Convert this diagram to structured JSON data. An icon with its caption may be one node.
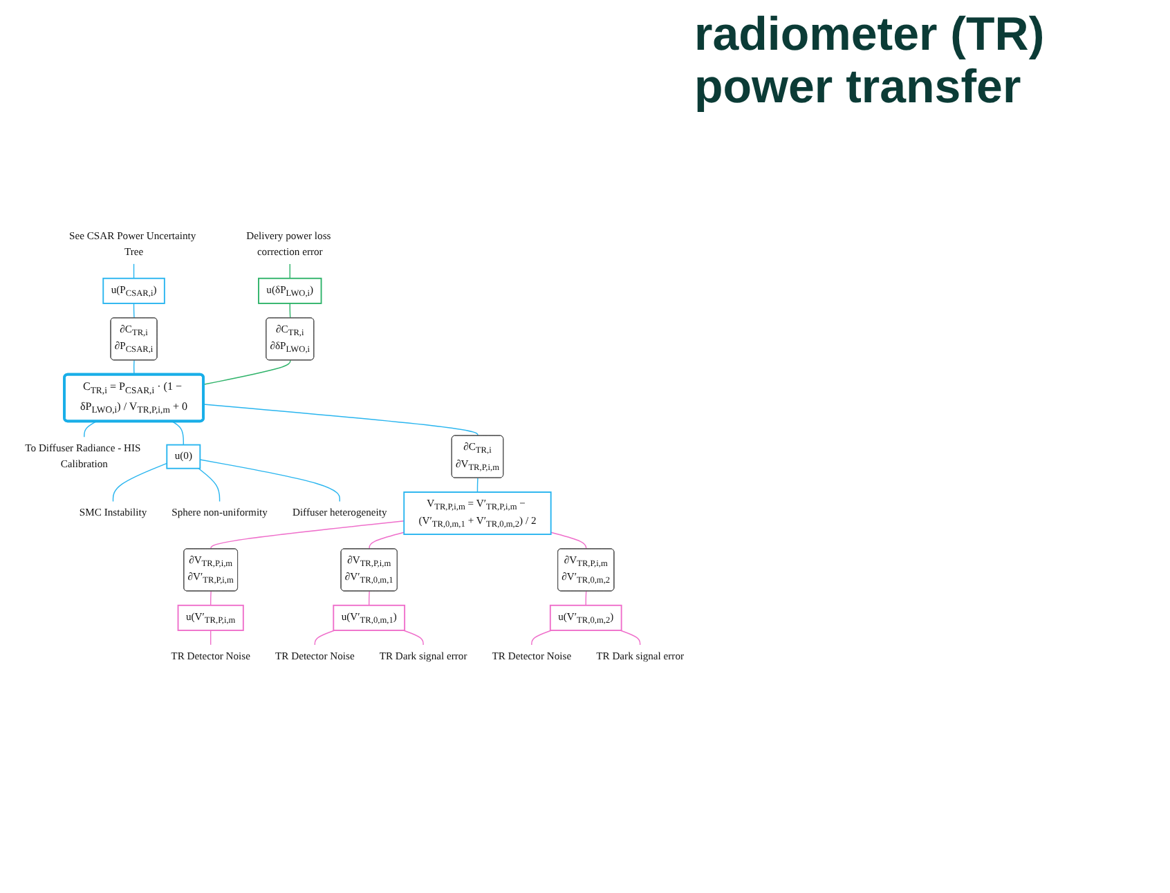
{
  "diagram": {
    "title": "radiometer (TR) power transfer",
    "nodes": [
      {
        "text": [
          "See CSAR Power Uncertainty Tree"
        ]
      },
      {
        "text": [
          "u(P$_{CSAR,i}$)"
        ]
      },
      {
        "text": [
          "∂C$_{TR,i}$",
          "∂P$_{CSAR,i}$"
        ]
      },
      {
        "text": [
          "Delivery power loss correction error"
        ]
      },
      {
        "text": [
          "u(δP$_{LWO,i}$)"
        ]
      },
      {
        "text": [
          "∂C$_{TR,i}$",
          "∂δP$_{LWO,i}$"
        ]
      },
      {
        "text": [
          "C$_{TR,i}$ = P$_{CSAR,i}$ · (1 − δP$_{LWO,i}$) / V$_{TR,P,i,m}$ + 0"
        ]
      },
      {
        "text": [
          "To Diffuser Radiance - HIS Calibration"
        ]
      },
      {
        "text": [
          "u(0)"
        ]
      },
      {
        "text": [
          "SMC Instability"
        ]
      },
      {
        "text": [
          "Sphere non-uniformity"
        ]
      },
      {
        "text": [
          "Diffuser heterogeneity"
        ]
      },
      {
        "text": [
          "∂C$_{TR,i}$",
          "∂V$_{TR,P,i,m}$"
        ]
      },
      {
        "text": [
          "V$_{TR,P,i,m}$ = V′$_{TR,P,i,m}$ − (V′$_{TR,0,m,1}$ + V′$_{TR,0,m,2}$) / 2"
        ]
      },
      {
        "text": [
          "∂V$_{TR,P,i,m}$",
          "∂V′$_{TR,P,i,m}$"
        ]
      },
      {
        "text": [
          "∂V$_{TR,P,i,m}$",
          "∂V′$_{TR,0,m,1}$"
        ]
      },
      {
        "text": [
          "∂V$_{TR,P,i,m}$",
          "∂V′$_{TR,0,m,2}$"
        ]
      },
      {
        "text": [
          "u(V′$_{TR,P,i,m}$"
        ]
      },
      {
        "text": [
          "u(V′$_{TR,0,m,1}$)"
        ]
      },
      {
        "text": [
          "u(V′$_{TR,0,m,2}$)"
        ]
      },
      {
        "text": [
          "TR Detector Noise"
        ]
      },
      {
        "text": [
          "TR Detector Noise"
        ]
      },
      {
        "text": [
          "TR Dark signal error"
        ]
      },
      {
        "text": [
          "TR Detector Noise"
        ]
      },
      {
        "text": [
          "TR Dark signal error"
        ]
      }
    ],
    "edges": [
      {
        "from": 0,
        "to": 1,
        "arrow": "none",
        "color": "#29b5ef"
      },
      {
        "from": 1,
        "to": 2,
        "arrow": "none",
        "color": "#29b5ef"
      },
      {
        "from": 2,
        "to": 6,
        "arrow": "none",
        "color": "#29b5ef"
      },
      {
        "from": 3,
        "to": 4,
        "arrow": "none",
        "color": "#2fb36a"
      },
      {
        "from": 4,
        "to": 5,
        "arrow": "none",
        "color": "#2fb36a"
      },
      {
        "from": 5,
        "to": 6,
        "arrow": "none",
        "color": "#2fb36a"
      },
      {
        "from": 6,
        "to": 7,
        "arrow": "none",
        "color": "#29b5ef"
      },
      {
        "from": 6,
        "to": 8,
        "arrow": "none",
        "color": "#29b5ef"
      },
      {
        "from": 8,
        "to": 9,
        "arrow": "none",
        "color": "#29b5ef"
      },
      {
        "from": 8,
        "to": 10,
        "arrow": "none",
        "color": "#29b5ef"
      },
      {
        "from": 8,
        "to": 11,
        "arrow": "none",
        "color": "#29b5ef"
      },
      {
        "from": 6,
        "to": 12,
        "arrow": "none",
        "color": "#29b5ef"
      },
      {
        "from": 12,
        "to": 13,
        "arrow": "none",
        "color": "#29b5ef"
      },
      {
        "from": 13,
        "to": 14,
        "arrow": "none",
        "color": "#ef6fcb"
      },
      {
        "from": 14,
        "to": 17,
        "arrow": "none",
        "color": "#ef6fcb"
      },
      {
        "from": 17,
        "to": 20,
        "arrow": "none",
        "color": "#ef6fcb"
      },
      {
        "from": 13,
        "to": 15,
        "arrow": "none",
        "color": "#ef6fcb"
      },
      {
        "from": 15,
        "to": 18,
        "arrow": "none",
        "color": "#ef6fcb"
      },
      {
        "from": 18,
        "to": 21,
        "arrow": "none",
        "color": "#ef6fcb"
      },
      {
        "from": 18,
        "to": 22,
        "arrow": "none",
        "color": "#ef6fcb"
      },
      {
        "from": 13,
        "to": 16,
        "arrow": "none",
        "color": "#ef6fcb"
      },
      {
        "from": 16,
        "to": 19,
        "arrow": "none",
        "color": "#ef6fcb"
      },
      {
        "from": 19,
        "to": 23,
        "arrow": "none",
        "color": "#ef6fcb"
      },
      {
        "from": 19,
        "to": 24,
        "arrow": "none",
        "color": "#ef6fcb"
      }
    ]
  }
}
